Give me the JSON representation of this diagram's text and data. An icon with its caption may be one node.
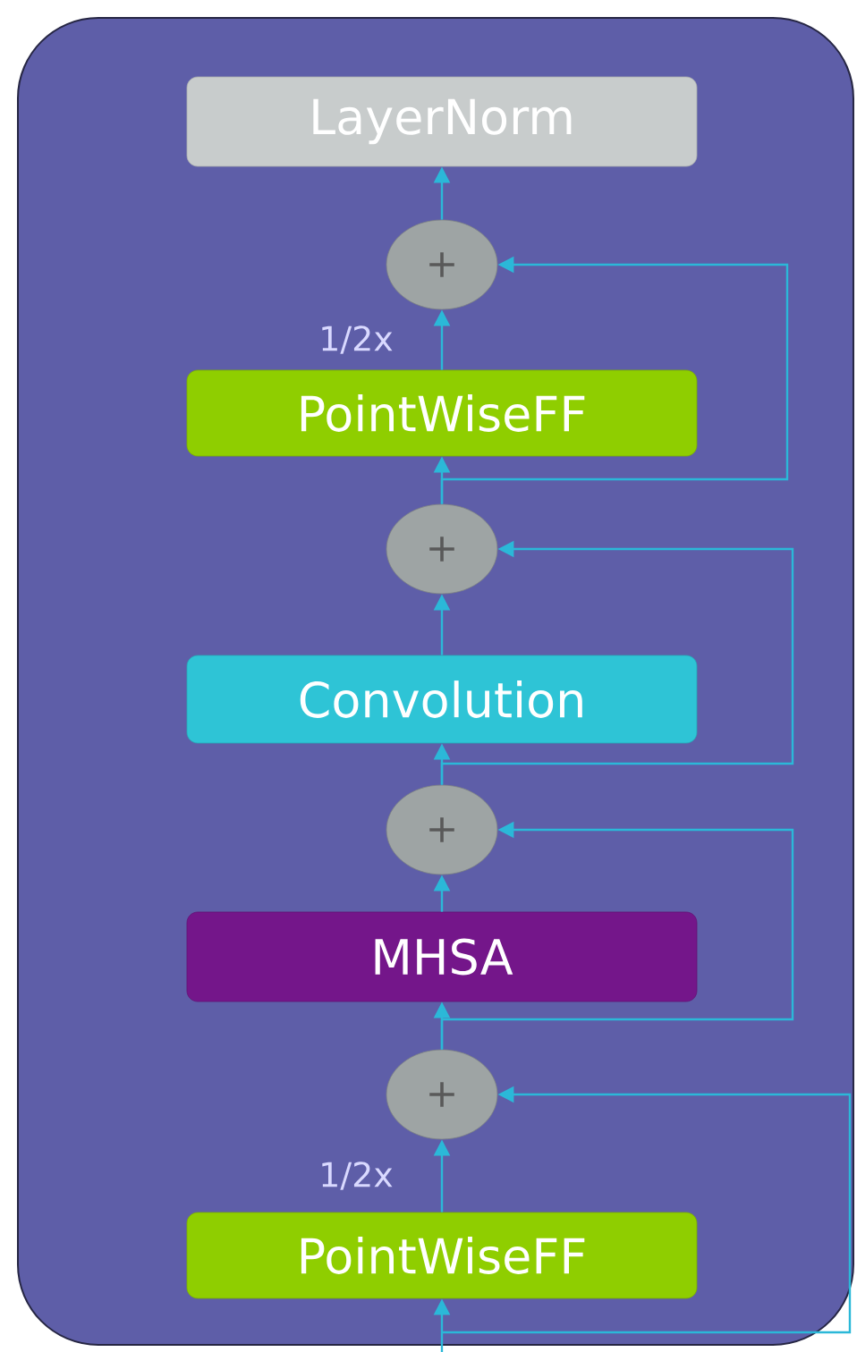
{
  "diagram": {
    "nodes": [
      {
        "text": [],
        "shape": "box"
      },
      {
        "text": [
          "LayerNorm"
        ],
        "in": 0
      },
      {
        "text": [
          "+"
        ],
        "in": 0
      },
      {
        "text": [
          "PointWiseFF"
        ],
        "in": 0
      },
      {
        "text": [
          "+"
        ],
        "in": 0
      },
      {
        "text": [
          "Convolution"
        ],
        "in": 0
      },
      {
        "text": [
          "+"
        ],
        "in": 0
      },
      {
        "text": [
          "MHSA"
        ],
        "in": 0
      },
      {
        "text": [
          "+"
        ],
        "in": 0
      },
      {
        "text": [
          "PointWiseFF"
        ],
        "in": 0
      }
    ],
    "edges": [
      {
        "from": 2,
        "to": 1,
        "arrow": "to"
      },
      {
        "from": 3,
        "to": 2,
        "arrow": "to",
        "label": "1/2x"
      },
      {
        "from": 4,
        "to": 3,
        "arrow": "to"
      },
      {
        "from": 4,
        "to": 2,
        "arrow": "to"
      },
      {
        "from": 5,
        "to": 4,
        "arrow": "to"
      },
      {
        "from": 6,
        "to": 5,
        "arrow": "to"
      },
      {
        "from": 6,
        "to": 4,
        "arrow": "to"
      },
      {
        "from": 7,
        "to": 6,
        "arrow": "to"
      },
      {
        "from": 8,
        "to": 7,
        "arrow": "to"
      },
      {
        "from": 8,
        "to": 6,
        "arrow": "to"
      },
      {
        "from": 9,
        "to": 8,
        "arrow": "to",
        "label": "1/2x"
      },
      {
        "from": null,
        "to": 9,
        "arrow": "to"
      },
      {
        "from": null,
        "to": 8,
        "arrow": "to"
      }
    ]
  }
}
